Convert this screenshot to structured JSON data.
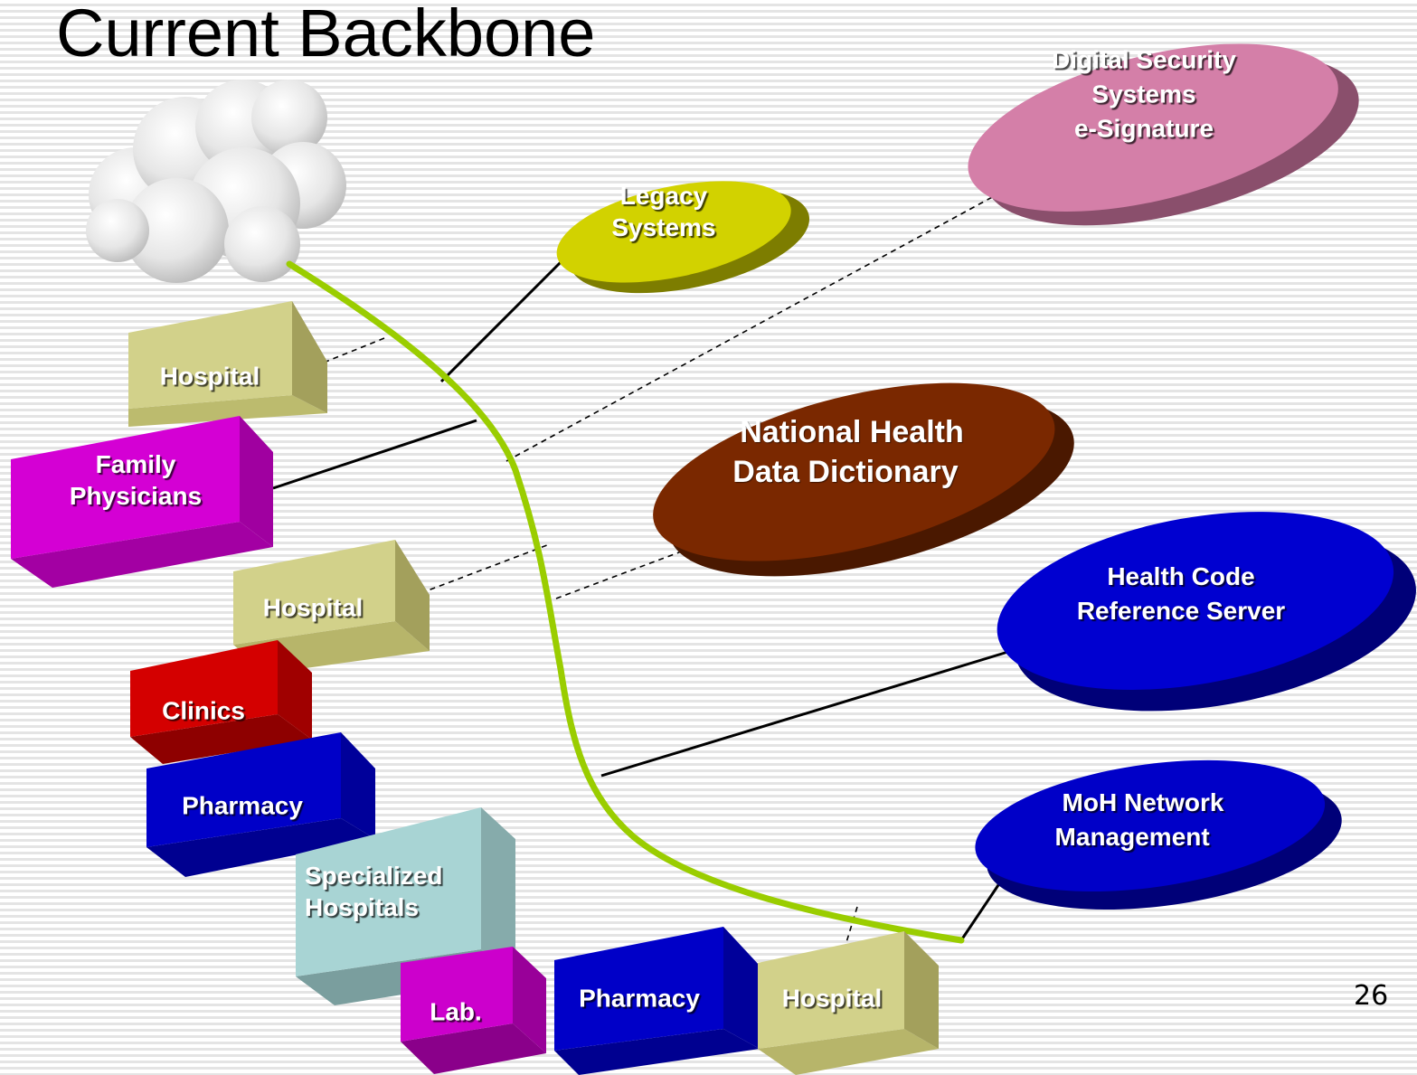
{
  "slide": {
    "title": "Current Backbone",
    "page_number": "26"
  },
  "colors": {
    "backbone": "#9acd00",
    "hospital": "#d2d18a",
    "family_physicians": "#d400d4",
    "clinics": "#d40000",
    "pharmacy": "#0000c8",
    "specialized_hospitals": "#a8d4d4",
    "lab": "#cc00cc",
    "legacy_systems": "#d2d200",
    "digital_security": "#d47fa8",
    "national_health": "#7a2800",
    "health_code": "#0000d0",
    "moh_network": "#0000c8"
  },
  "nodes": {
    "hospital_top": "Hospital",
    "family_physicians": [
      "Family",
      "Physicians"
    ],
    "hospital_mid": "Hospital",
    "clinics": "Clinics",
    "pharmacy_left": "Pharmacy",
    "specialized_hospitals": [
      "Specialized",
      "Hospitals"
    ],
    "lab": "Lab.",
    "pharmacy_bottom": "Pharmacy",
    "hospital_bottom": "Hospital"
  },
  "systems": {
    "legacy_systems": [
      "Legacy",
      "Systems"
    ],
    "digital_security": [
      "Digital Security",
      "Systems",
      "e-Signature"
    ],
    "national_health": [
      "National Health",
      "Data Dictionary"
    ],
    "health_code": [
      "Health Code",
      "Reference Server"
    ],
    "moh_network": [
      "MoH Network",
      "Management"
    ]
  }
}
